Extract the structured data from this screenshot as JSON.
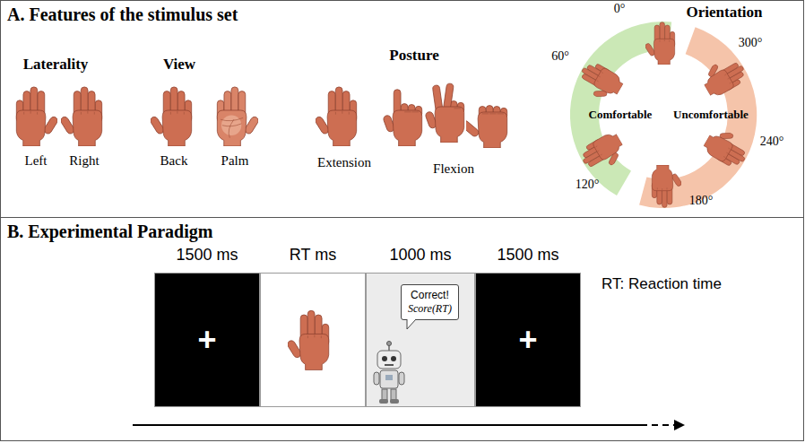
{
  "diagram": {
    "nodes": [
      {
        "text": [
          "A. Features of the stimulus set"
        ]
      },
      {
        "text": [
          "B. Experimental Paradigm"
        ]
      },
      {
        "text": [
          "1500 ms",
          "+"
        ],
        "in": 1
      },
      {
        "text": [
          "RT ms"
        ],
        "in": 1
      },
      {
        "text": [
          "1000 ms"
        ],
        "in": 1
      },
      {
        "text": [
          "Correct!",
          "Score(RT)"
        ],
        "in": 4
      },
      {
        "text": [
          "1500 ms",
          "+"
        ],
        "in": 1
      }
    ],
    "labels": [
      "Laterality",
      "Left",
      "Right",
      "View",
      "Back",
      "Palm",
      "Posture",
      "Extension",
      "Flexion",
      "Orientation",
      "0°",
      "300°",
      "60°",
      "Comfortable",
      "Uncomfortable",
      "240°",
      "120°",
      "180°",
      "RT: Reaction time"
    ]
  }
}
